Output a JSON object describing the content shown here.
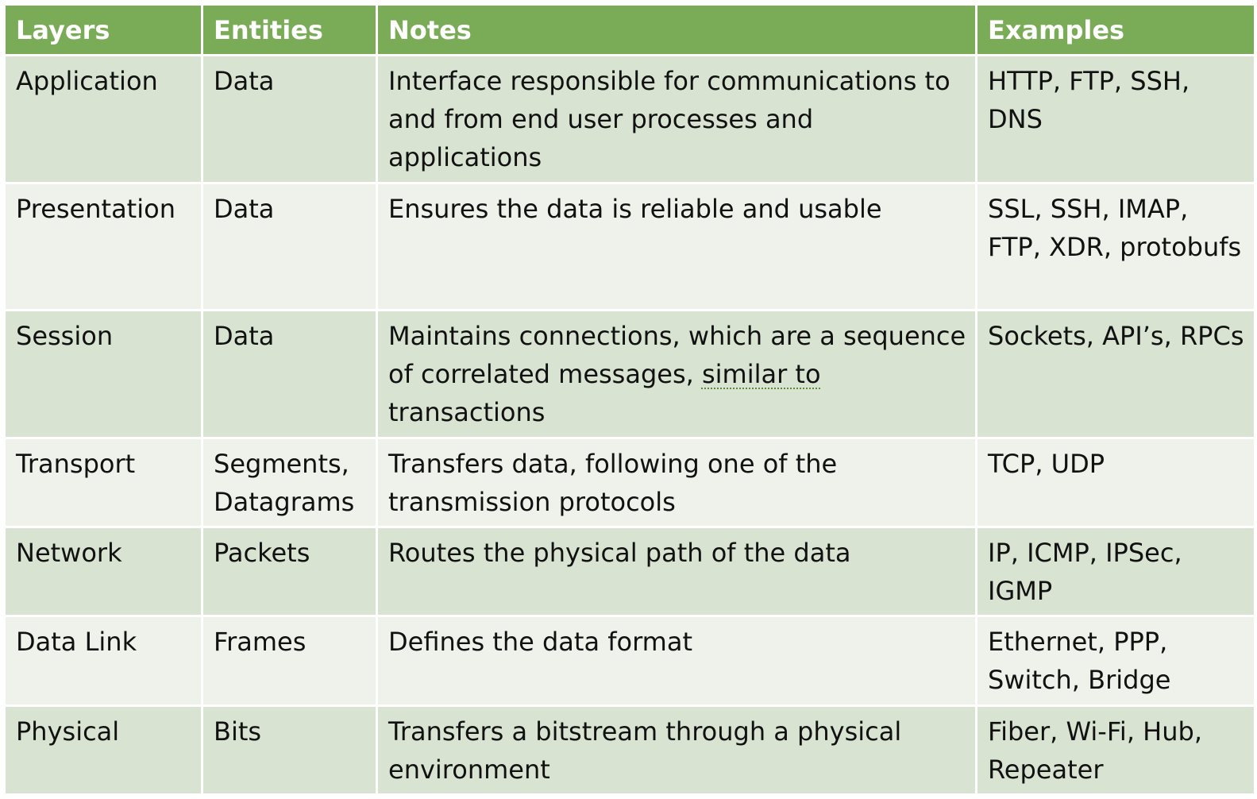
{
  "table": {
    "headers": [
      "Layers",
      "Entities",
      "Notes",
      "Examples"
    ],
    "rows": [
      {
        "layer": "Application",
        "entities": "Data",
        "notes": "Interface responsible for communications to and from end user processes and applications",
        "examples": "HTTP, FTP, SSH, DNS"
      },
      {
        "layer": "Presentation",
        "entities": "Data",
        "notes": "Ensures the data is reliable and usable",
        "examples": "SSL, SSH, IMAP, FTP, XDR, protobufs"
      },
      {
        "layer": "Session",
        "entities": "Data",
        "notes_before": "Maintains connections, which are a sequence of correlated messages, ",
        "notes_flagged": "similar to",
        "notes_after": " transactions",
        "examples": "Sockets, API’s, RPCs"
      },
      {
        "layer": "Transport",
        "entities": "Segments, Datagrams",
        "notes": "Transfers data, following one of the transmission protocols",
        "examples": "TCP, UDP"
      },
      {
        "layer": "Network",
        "entities": "Packets",
        "notes": "Routes the physical path of the data",
        "examples": "IP, ICMP, IPSec, IGMP"
      },
      {
        "layer": "Data Link",
        "entities": "Frames",
        "notes": "Defines the data format",
        "examples": "Ethernet, PPP, Switch, Bridge"
      },
      {
        "layer": "Physical",
        "entities": "Bits",
        "notes": "Transfers a bitstream through a physical environment",
        "examples": "Fiber, Wi-Fi, Hub, Repeater"
      }
    ]
  },
  "colors": {
    "header_bg": "#7aab57",
    "row_odd_bg": "#d8e4d1",
    "row_even_bg": "#eef2ea",
    "grammar_flag": "#5a8a3a"
  }
}
